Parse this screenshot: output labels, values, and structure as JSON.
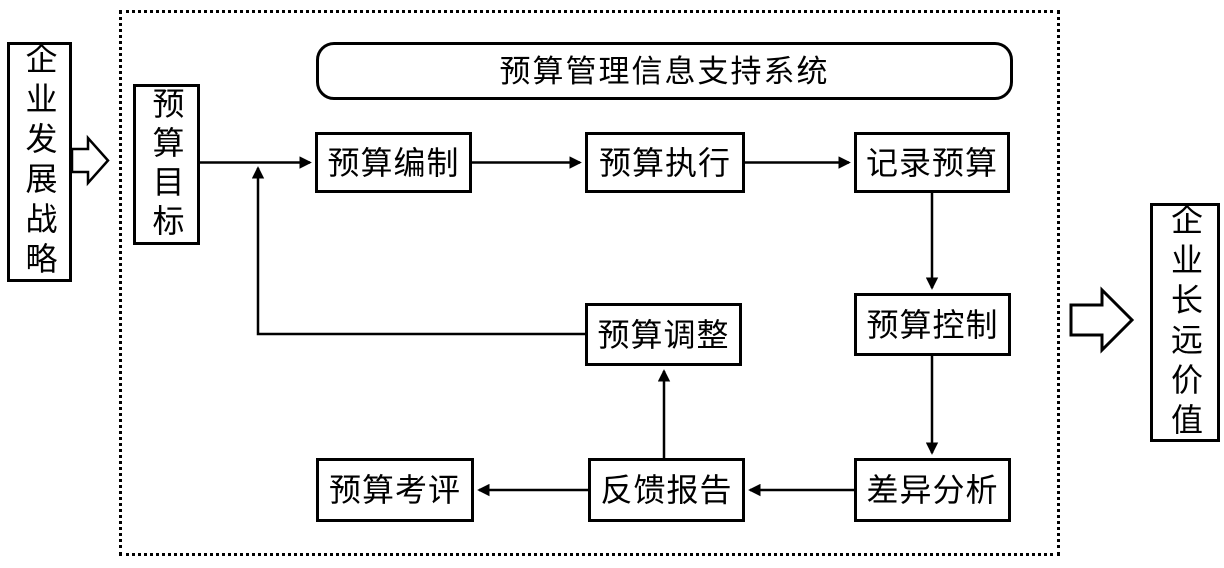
{
  "external": {
    "strategy": "企业发展战略",
    "value": "企业长远价值"
  },
  "system": {
    "title": "预算管理信息支持系统",
    "target": "预算目标"
  },
  "flow": {
    "preparation": "预算编制",
    "execution": "预算执行",
    "recording": "记录预算",
    "control": "预算控制",
    "adjustment": "预算调整",
    "analysis": "差异分析",
    "feedback": "反馈报告",
    "evaluation": "预算考评"
  },
  "colors": {
    "ink": "#000000",
    "paper": "#ffffff"
  }
}
